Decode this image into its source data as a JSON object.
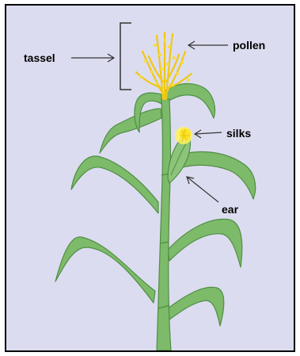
{
  "labels": {
    "tassel": "tassel",
    "pollen": "pollen",
    "silks": "silks",
    "ear": "ear"
  },
  "colors": {
    "background": "#dcdcf0",
    "border": "#000000",
    "leaf": "#7dba6a",
    "leaf_dark": "#4f8f45",
    "tassel": "#f5d21f",
    "silks": "#fff35c",
    "pointer": "#333333"
  }
}
